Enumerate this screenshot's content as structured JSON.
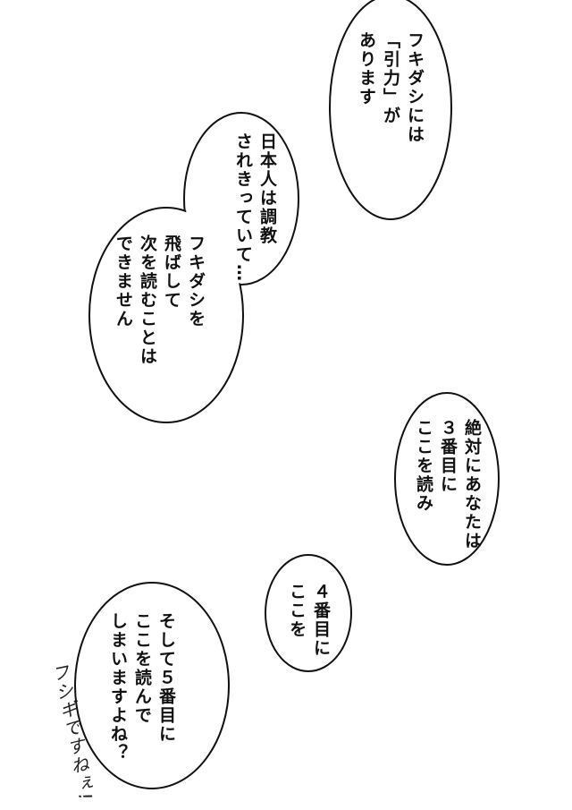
{
  "bubbles": [
    {
      "lines": [
        "フキダシには",
        "「引力」が",
        "あります"
      ]
    },
    {
      "lines": [
        "日本人は調教",
        "されきっていて…"
      ]
    },
    {
      "lines": [
        "フキダシを",
        "飛ばして",
        "次を読むことは",
        "できません"
      ]
    },
    {
      "lines": [
        "絶対にあなたは",
        "３番目に",
        "ここを読み"
      ]
    },
    {
      "lines": [
        "４番目に",
        "ここを"
      ]
    },
    {
      "lines": [
        "そして５番目に",
        "ここを読んで",
        "しまいますよね？"
      ]
    }
  ],
  "handwritten": "フシギですねぇ!"
}
